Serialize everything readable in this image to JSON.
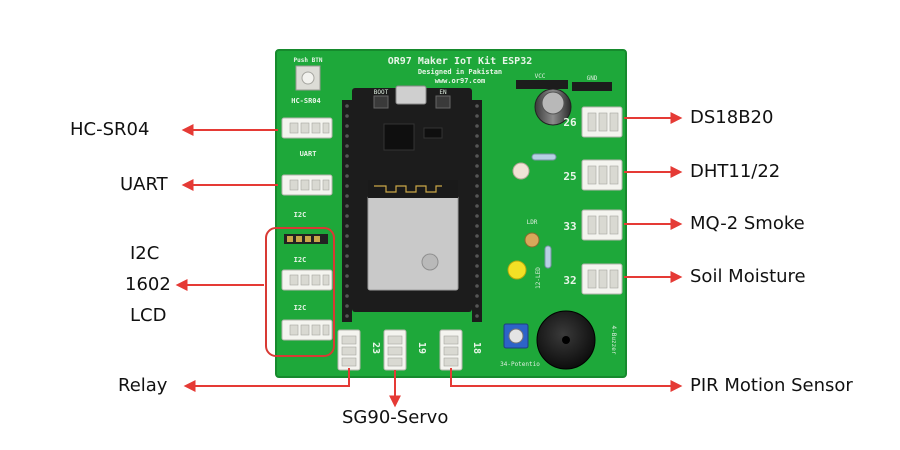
{
  "board": {
    "title": "OR97 Maker IoT Kit ESP32",
    "subtitle": "Designed in Pakistan",
    "url": "www.or97.com",
    "silkscreen": {
      "push_btn": "Push BTN",
      "hc_sr04": "HC-SR04",
      "uart": "UART",
      "i2c": "I2C",
      "vcc": "VCC",
      "gnd": "GND",
      "boot": "BOOT",
      "en": "EN",
      "pin_26": "26",
      "pin_25": "25",
      "pin_33": "33",
      "pin_32": "32",
      "pin_23": "23",
      "pin_19": "19",
      "pin_18": "18",
      "ldr": "LDR",
      "led_12": "12-LED",
      "potentiometer": "34-Potentio",
      "buzzer": "4-Buzzer"
    }
  },
  "labels": {
    "left": {
      "hc_sr04": "HC-SR04",
      "uart": "UART",
      "i2c_lcd_line1": "I2C",
      "i2c_lcd_line2": "1602",
      "i2c_lcd_line3": "LCD",
      "relay": "Relay"
    },
    "right": {
      "ds18b20": "DS18B20",
      "dht": "DHT11/22",
      "mq2": "MQ-2 Smoke",
      "soil": "Soil Moisture",
      "pir": "PIR Motion Sensor"
    },
    "bottom": {
      "servo": "SG90-Servo"
    }
  },
  "colors": {
    "pcb_green": "#1ea83a",
    "pcb_edge": "#168a2d",
    "arrow_red": "#e53a35",
    "module_black": "#1c1c1c",
    "shield_silver": "#c9c9c9",
    "header_pin": "#2a2a2a",
    "highlight_box": "#d83a34"
  }
}
